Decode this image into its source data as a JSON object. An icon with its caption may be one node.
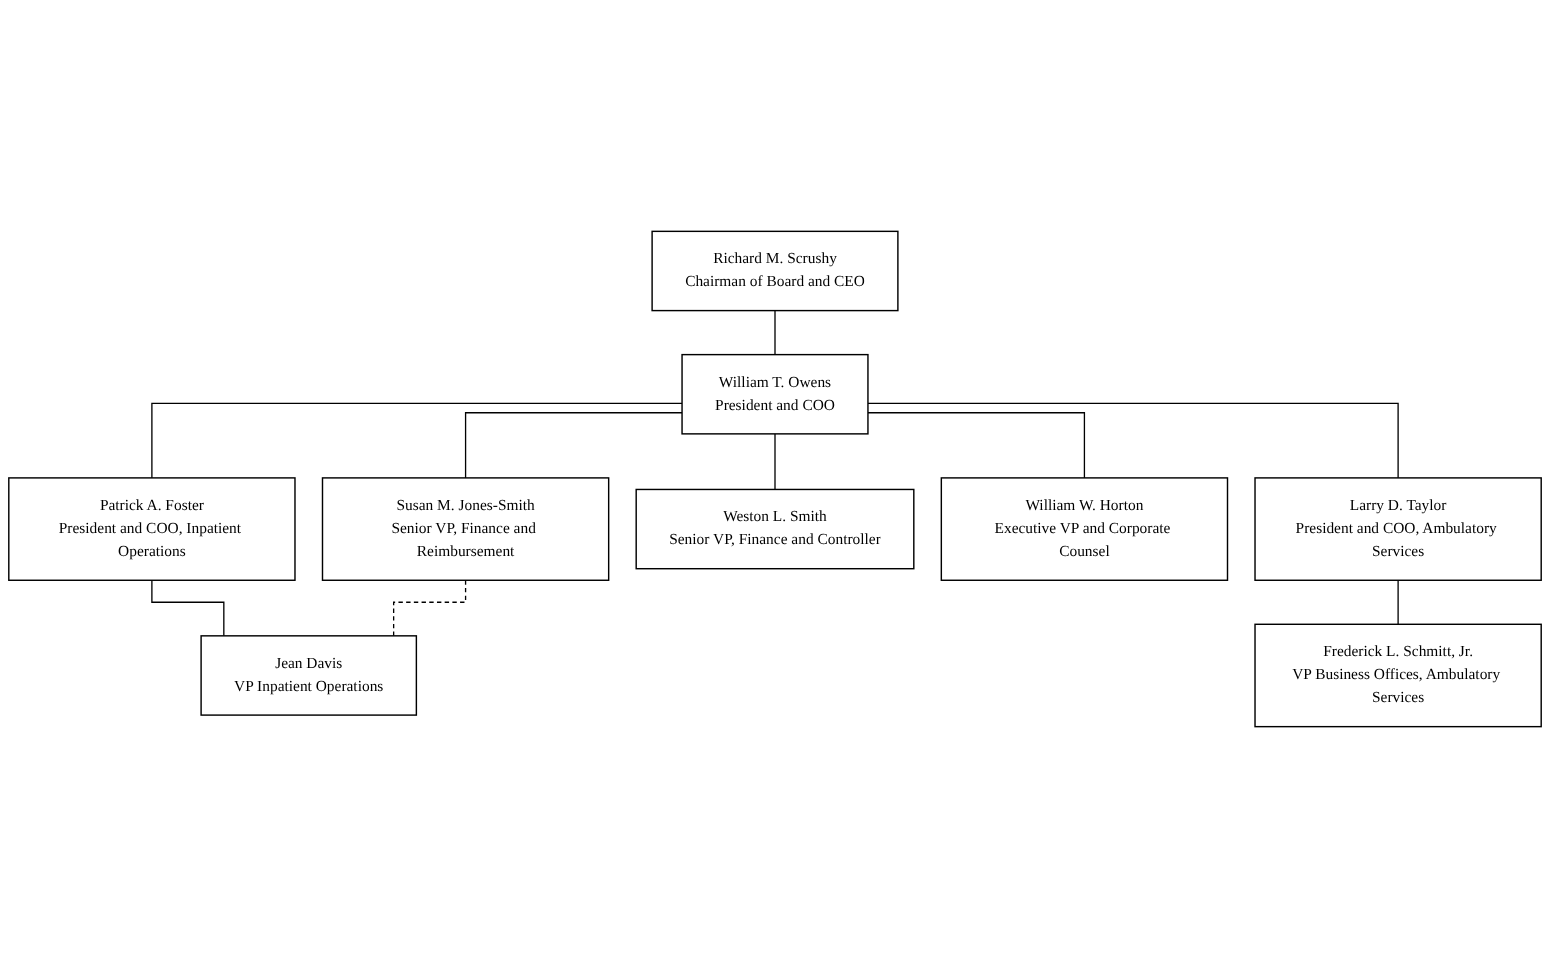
{
  "diagram": {
    "nodes": [
      {
        "text": [
          "Richard M. Scrushy",
          "Chairman of Board and CEO"
        ]
      },
      {
        "text": [
          "William T. Owens",
          "President and COO"
        ]
      },
      {
        "text": [
          "Patrick A. Foster",
          "President and COO, Inpatient Operations"
        ]
      },
      {
        "text": [
          "Larry D. Taylor",
          "President and COO, Ambulatory Services"
        ]
      },
      {
        "text": [
          "Weston L. Smith",
          "Senior VP, Finance and Controller"
        ]
      },
      {
        "text": [
          "William W. Horton",
          "Executive VP and Corporate Counsel"
        ]
      },
      {
        "text": [
          "Susan M. Jones-Smith",
          "Senior VP, Finance and Reimbursement"
        ]
      },
      {
        "text": [
          "Jean Davis",
          "VP Inpatient Operations"
        ]
      },
      {
        "text": [
          "Frederick L. Schmitt, Jr.",
          "VP Business Offices, Ambulatory Services"
        ]
      }
    ],
    "edges": [
      {
        "from": 0,
        "to": 1,
        "arrow": "none"
      },
      {
        "from": 1,
        "to": 2,
        "arrow": "none"
      },
      {
        "from": 1,
        "to": 3,
        "arrow": "none"
      },
      {
        "from": 1,
        "to": 6,
        "arrow": "none"
      },
      {
        "from": 1,
        "to": 4,
        "arrow": "none"
      },
      {
        "from": 1,
        "to": 5,
        "arrow": "none"
      },
      {
        "from": 2,
        "to": 7,
        "arrow": "none"
      },
      {
        "from": 3,
        "to": 8,
        "arrow": "none"
      },
      {
        "from": 6,
        "to": 7,
        "arrow": "none",
        "style": "dashed"
      }
    ]
  }
}
